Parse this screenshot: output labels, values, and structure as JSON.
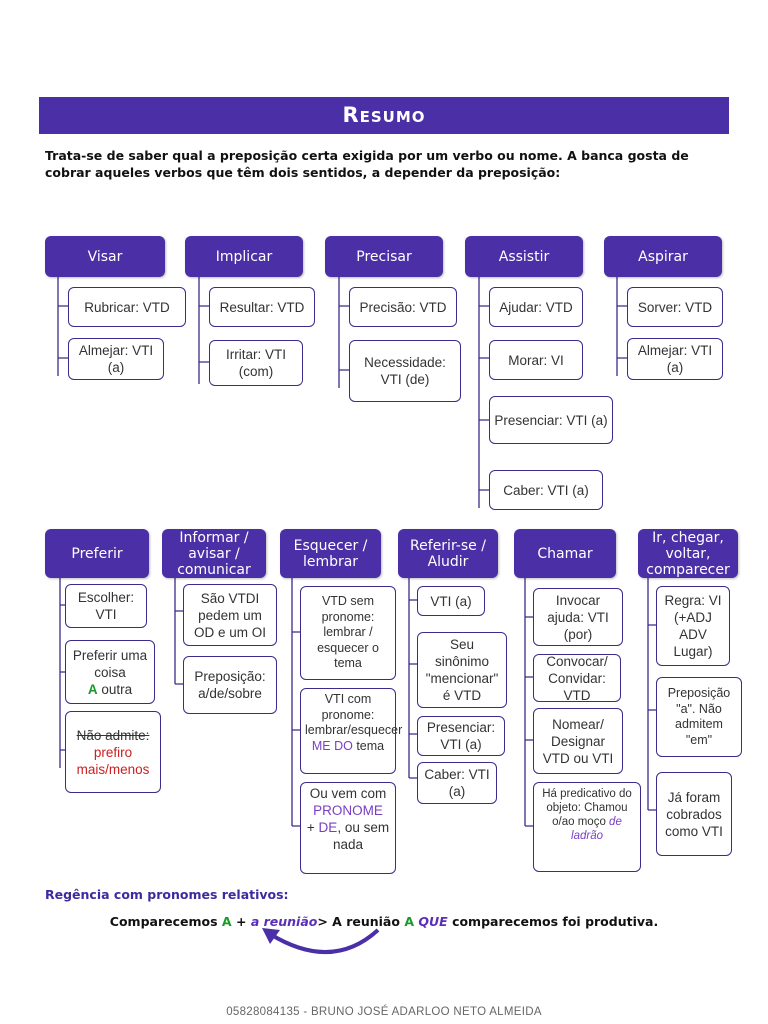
{
  "title": "Resumo",
  "intro": "Trata-se de saber qual a preposição certa exigida por um verbo ou nome. A banca gosta de cobrar aqueles verbos que têm dois sentidos, a depender da preposição:",
  "row1": {
    "visar": {
      "header": "Visar",
      "items": [
        "Rubricar: VTD",
        "Almejar: VTI (a)"
      ]
    },
    "implicar": {
      "header": "Implicar",
      "items": [
        "Resultar: VTD",
        "Irritar: VTI (com)"
      ]
    },
    "precisar": {
      "header": "Precisar",
      "items": [
        "Precisão: VTD",
        "Necessidade: VTI (de)"
      ]
    },
    "assistir": {
      "header": "Assistir",
      "items": [
        "Ajudar: VTD",
        "Morar: VI",
        "Presenciar: VTI (a)",
        "Caber: VTI (a)"
      ]
    },
    "aspirar": {
      "header": "Aspirar",
      "items": [
        "Sorver: VTD",
        "Almejar: VTI (a)"
      ]
    }
  },
  "row2": {
    "preferir": {
      "header": "Preferir",
      "items": [
        "Escolher: VTI",
        "Preferir uma coisa",
        "A",
        "outra",
        "Não admite:",
        "prefiro mais/menos"
      ]
    },
    "informar": {
      "header": "Informar / avisar / comunicar",
      "items": [
        "São VTDI pedem um OD e um OI",
        "Preposição: a/de/sobre"
      ]
    },
    "esquecer": {
      "header": "Esquecer / lembrar",
      "items": [
        "VTD sem pronome: lembrar / esquecer o tema",
        "VTI com pronome: lembrar/esquecer",
        "ME DO",
        "tema",
        "Ou vem com",
        "PRONOME",
        "+",
        "DE",
        ", ou sem nada"
      ]
    },
    "referir": {
      "header": "Referir-se / Aludir",
      "items": [
        "VTI (a)",
        "Seu sinônimo \"mencionar\" é VTD",
        "Presenciar: VTI (a)",
        "Caber: VTI (a)"
      ]
    },
    "chamar": {
      "header": "Chamar",
      "items": [
        "Invocar ajuda: VTI (por)",
        "Convocar/ Convidar: VTD",
        "Nomear/ Designar VTD ou VTI",
        "Há predicativo do objeto: Chamou o/ao moço",
        "de ladrão"
      ]
    },
    "ir": {
      "header": "Ir, chegar, voltar, comparecer",
      "items": [
        "Regra: VI (+ADJ ADV Lugar)",
        "Preposição \"a\". Não admitem \"em\"",
        "Já foram cobrados como VTI"
      ]
    }
  },
  "relativos": {
    "title": "Regência com pronomes relativos:",
    "part1": "Comparecemos",
    "a1": "A",
    "plus": "+",
    "italic": "a reunião",
    "part2": "> A reunião",
    "a2": "A",
    "que": "QUE",
    "part3": "comparecemos foi produtiva."
  },
  "footer": "05828084135 - BRUNO JOSÉ ADARLOO NETO ALMEIDA",
  "colors": {
    "accent": "#4a2fa6",
    "border": "#3d2a8a",
    "green": "#1a9a2a",
    "red": "#cc1f1f",
    "purple": "#7a3ec2"
  }
}
